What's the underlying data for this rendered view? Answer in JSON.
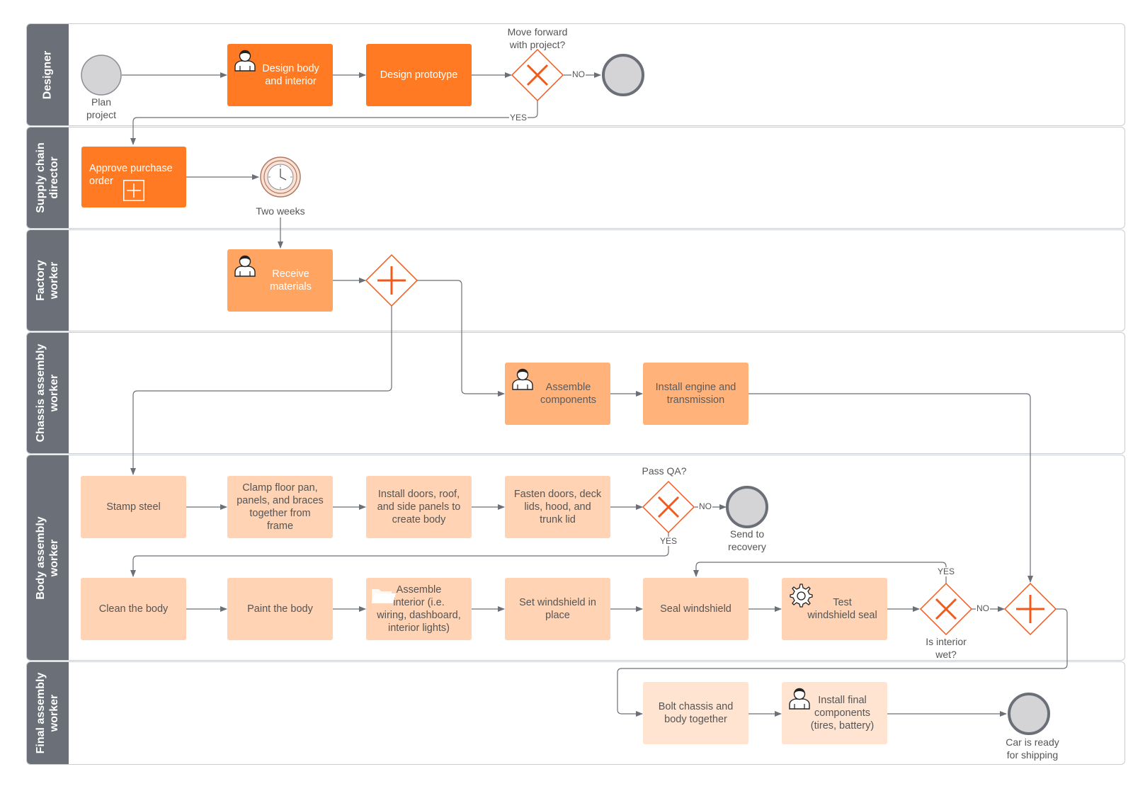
{
  "lanes": [
    {
      "label": "Designer"
    },
    {
      "label": "Supply chain\ndirector"
    },
    {
      "label": "Factory\nworker"
    },
    {
      "label": "Chassis assembly\nworker"
    },
    {
      "label": "Body assembly\nworker"
    },
    {
      "label": "Final assembly\nworker"
    }
  ],
  "tasks": {
    "design_body": "Design body\nand interior",
    "design_prototype": "Design prototype",
    "approve_po": "Approve purchase\norder",
    "receive_materials": "Receive\nmaterials",
    "assemble_components": "Assemble\ncomponents",
    "install_engine": "Install engine and\ntransmission",
    "stamp_steel": "Stamp steel",
    "clamp_floor": "Clamp floor pan,\npanels, and braces\ntogether from\nframe",
    "install_doors": "Install doors, roof,\nand side panels to\ncreate body",
    "fasten_doors": "Fasten doors, deck\nlids, hood, and\ntrunk lid",
    "clean_body": "Clean the body",
    "paint_body": "Paint the body",
    "assemble_interior": "Assemble\ninterior (i.e.\nwiring, dashboard,\ninterior lights)",
    "set_windshield": "Set windshield in\nplace",
    "seal_windshield": "Seal windshield",
    "test_seal": "Test\nwindshield seal",
    "bolt_chassis": "Bolt chassis and\nbody together",
    "install_final": "Install final\ncomponents\n(tires, battery)"
  },
  "events": {
    "plan_project": "Plan\nproject",
    "two_weeks": "Two weeks",
    "send_recovery": "Send to\nrecovery",
    "car_ready": "Car is ready\nfor shipping"
  },
  "gateways": {
    "move_forward": "Move forward\nwith project?",
    "pass_qa": "Pass QA?",
    "interior_wet": "Is interior\nwet?"
  },
  "flow_labels": {
    "yes": "YES",
    "no": "NO"
  },
  "icons": {
    "user_task": "user-icon",
    "service_task": "gear-icon",
    "subprocess": "plus-box-icon",
    "timer": "clock-icon",
    "folder": "folder-icon"
  },
  "colors": {
    "lane_header": "#6b6f78",
    "task_dark": "#ff7a22",
    "task_mid": "#ffa561",
    "task_light": "#ffd3b3",
    "task_pale": "#ffe4d2",
    "gateway_stroke": "#f05a1a",
    "event_fill": "#d4d4d6",
    "event_stroke": "#6b6f78",
    "connector": "#6b6f78"
  }
}
